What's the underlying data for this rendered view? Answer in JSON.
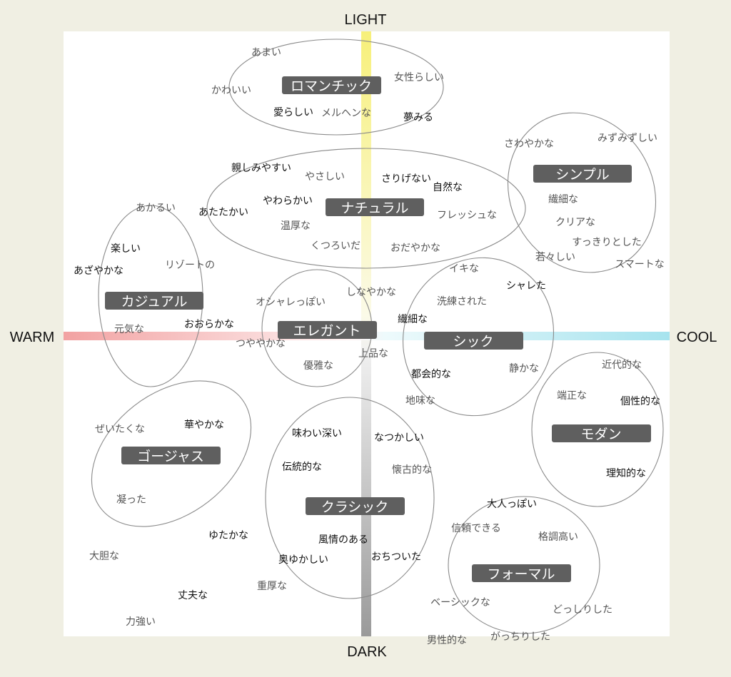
{
  "axes": {
    "top": "LIGHT",
    "bottom": "DARK",
    "left": "WARM",
    "right": "COOL"
  },
  "axis_colors": {
    "light": "#f7f07a",
    "dark": "#9a9a9a",
    "warm": "#f2a2a2",
    "cool": "#a6e3ee"
  },
  "clusters": {
    "romantic": "ロマンチック",
    "natural": "ナチュラル",
    "simple": "シンプル",
    "casual": "カジュアル",
    "elegant": "エレガント",
    "chic": "シック",
    "modern": "モダン",
    "gorgeous": "ゴージャス",
    "classic": "クラシック",
    "formal": "フォーマル"
  },
  "words": {
    "amai": "あまい",
    "kawaii": "かわいい",
    "joseirashii": "女性らしい",
    "airashii": "愛らしい",
    "meruhen": "メルヘンな",
    "yumemiru": "夢みる",
    "sawayaka": "さわやかな",
    "mizumizushii": "みずみずしい",
    "sensai": "繊細な",
    "kuria": "クリアな",
    "sukkiri": "すっきりとした",
    "sumaato": "スマートな",
    "wakawakashii": "若々しい",
    "shitashimi": "親しみやすい",
    "yasashii": "やさしい",
    "sarigenai": "さりげない",
    "shizen": "自然な",
    "yawarakai": "やわらかい",
    "atatakai": "あたたかい",
    "onkou": "温厚な",
    "furesshu": "フレッシュな",
    "kutsuroida": "くつろいだ",
    "odayaka": "おだやかな",
    "akarui": "あかるい",
    "tanoshii": "楽しい",
    "azayaka": "あざやかな",
    "rizooto": "リゾートの",
    "genki": "元気な",
    "ooraka": "おおらかな",
    "oshare": "オシャレっぽい",
    "shinayaka": "しなやかな",
    "tsuyayaka": "つややかな",
    "jouhin": "上品な",
    "yuuga": "優雅な",
    "iki": "イキな",
    "sharetai": "シャレた",
    "senren": "洗練された",
    "sensai2": "繊細な",
    "tokaiteki": "都会的な",
    "shizuka": "静かな",
    "jimi": "地味な",
    "kindaiteki": "近代的な",
    "tansei": "端正な",
    "koseiteki": "個性的な",
    "richiteki": "理知的な",
    "zeitaku": "ぜいたくな",
    "hanayaka": "華やかな",
    "kotta": "凝った",
    "ajiwai": "味わい深い",
    "natsukashii": "なつかしい",
    "dentouteki": "伝統的な",
    "kaikoteki": "懐古的な",
    "fuzei": "風情のある",
    "okuyukashii": "奥ゆかしい",
    "ochitsuita": "おちついた",
    "juukou": "重厚な",
    "yutaka": "ゆたかな",
    "daitan": "大胆な",
    "joubu": "丈夫な",
    "chikarazuyoi": "力強い",
    "otonappoi": "大人っぽい",
    "shinrai": "信頼できる",
    "kakuchou": "格調高い",
    "beeshikku": "ベーシックな",
    "dosshiri": "どっしりした",
    "danseiteki": "男性的な",
    "gacchiri": "がっちりした"
  }
}
